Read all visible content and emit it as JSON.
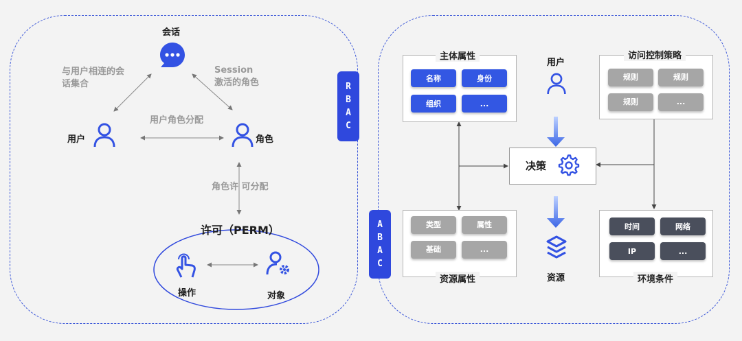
{
  "rbac": {
    "tag": [
      "R",
      "B",
      "A",
      "C"
    ],
    "session": "会话",
    "user": "用户",
    "role": "角色",
    "left_note": [
      "与用户相连的会",
      "话集合"
    ],
    "right_note": [
      "Session",
      "激活的角色"
    ],
    "user_role": "用户角色分配",
    "role_perm": "角色许 可分配",
    "perm": "许可（PERM）",
    "operation": "操作",
    "object": "对象"
  },
  "abac": {
    "tag": [
      "A",
      "B",
      "A",
      "C"
    ],
    "subject_attr": {
      "title": "主体属性",
      "chips": [
        "名称",
        "身份",
        "组织",
        "..."
      ]
    },
    "policy": {
      "title": "访问控制策略",
      "chips": [
        "规则",
        "规则",
        "规则",
        "..."
      ]
    },
    "resource_attr": {
      "title": "资源属性",
      "chips": [
        "类型",
        "属性",
        "基础",
        "..."
      ]
    },
    "env": {
      "title": "环境条件",
      "chips": [
        "时间",
        "网络",
        "IP",
        "..."
      ]
    },
    "user": "用户",
    "decision": "决策",
    "resource": "资源"
  },
  "colors": {
    "accent": "#2f48dd",
    "blue_chip": "#3357e3",
    "gray_chip": "#a6a6a6",
    "dark_chip": "#4a4f5c"
  }
}
